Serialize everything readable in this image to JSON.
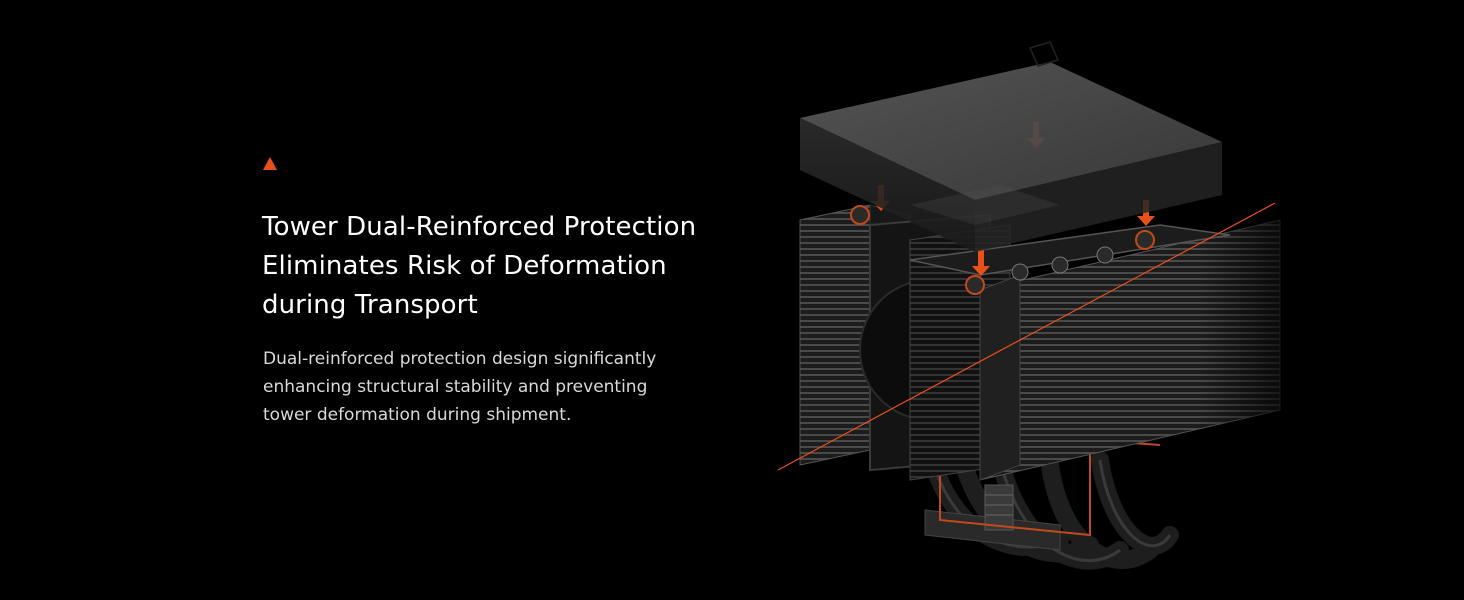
{
  "colors": {
    "background": "#000000",
    "accent": "#e8501a",
    "headline": "#ffffff",
    "body": "#d9d9d9"
  },
  "marker_icon": "triangle-up-icon",
  "headline": {
    "line1": "Tower Dual-Reinforced Protection",
    "line2": "Eliminates Risk of Deformation",
    "line3": "during Transport"
  },
  "description": {
    "line1": "Dual-reinforced protection design significantly",
    "line2": "enhancing structural stability and preventing",
    "line3": "tower deformation during shipment."
  },
  "illustration": {
    "subject": "tower-cpu-cooler"
  }
}
